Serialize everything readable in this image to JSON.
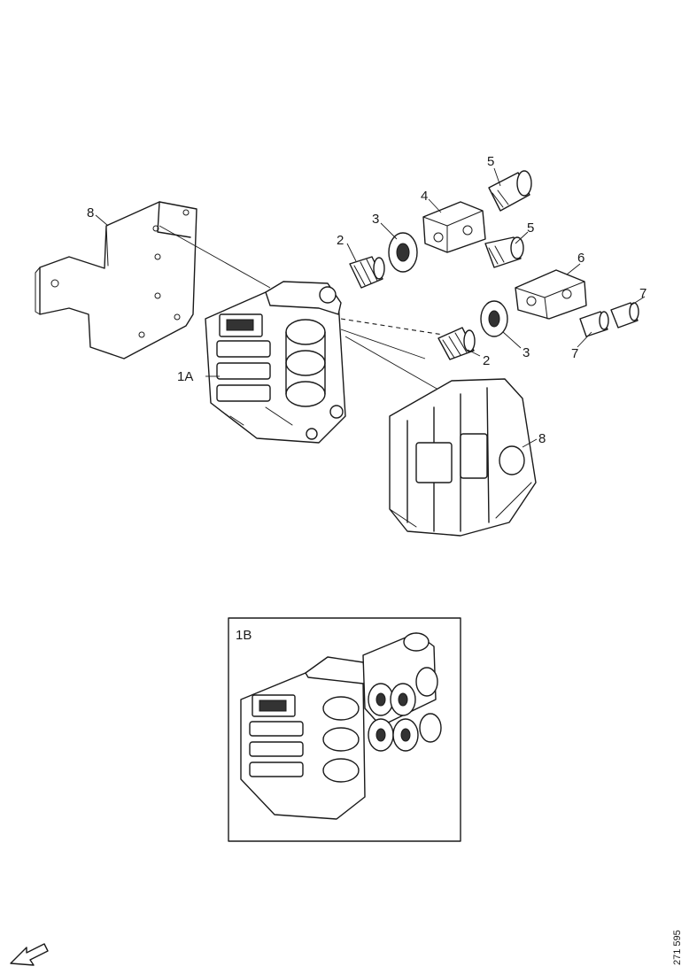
{
  "callouts": {
    "c1a": "1A",
    "c1b": "1B",
    "c2a": "2",
    "c2b": "2",
    "c3a": "3",
    "c3b": "3",
    "c4": "4",
    "c5a": "5",
    "c5b": "5",
    "c6": "6",
    "c7a": "7",
    "c7b": "7",
    "c8a": "8",
    "c8b": "8"
  },
  "reference_code": "271 595",
  "icons": {
    "orientation": "orientation-arrow-icon"
  }
}
